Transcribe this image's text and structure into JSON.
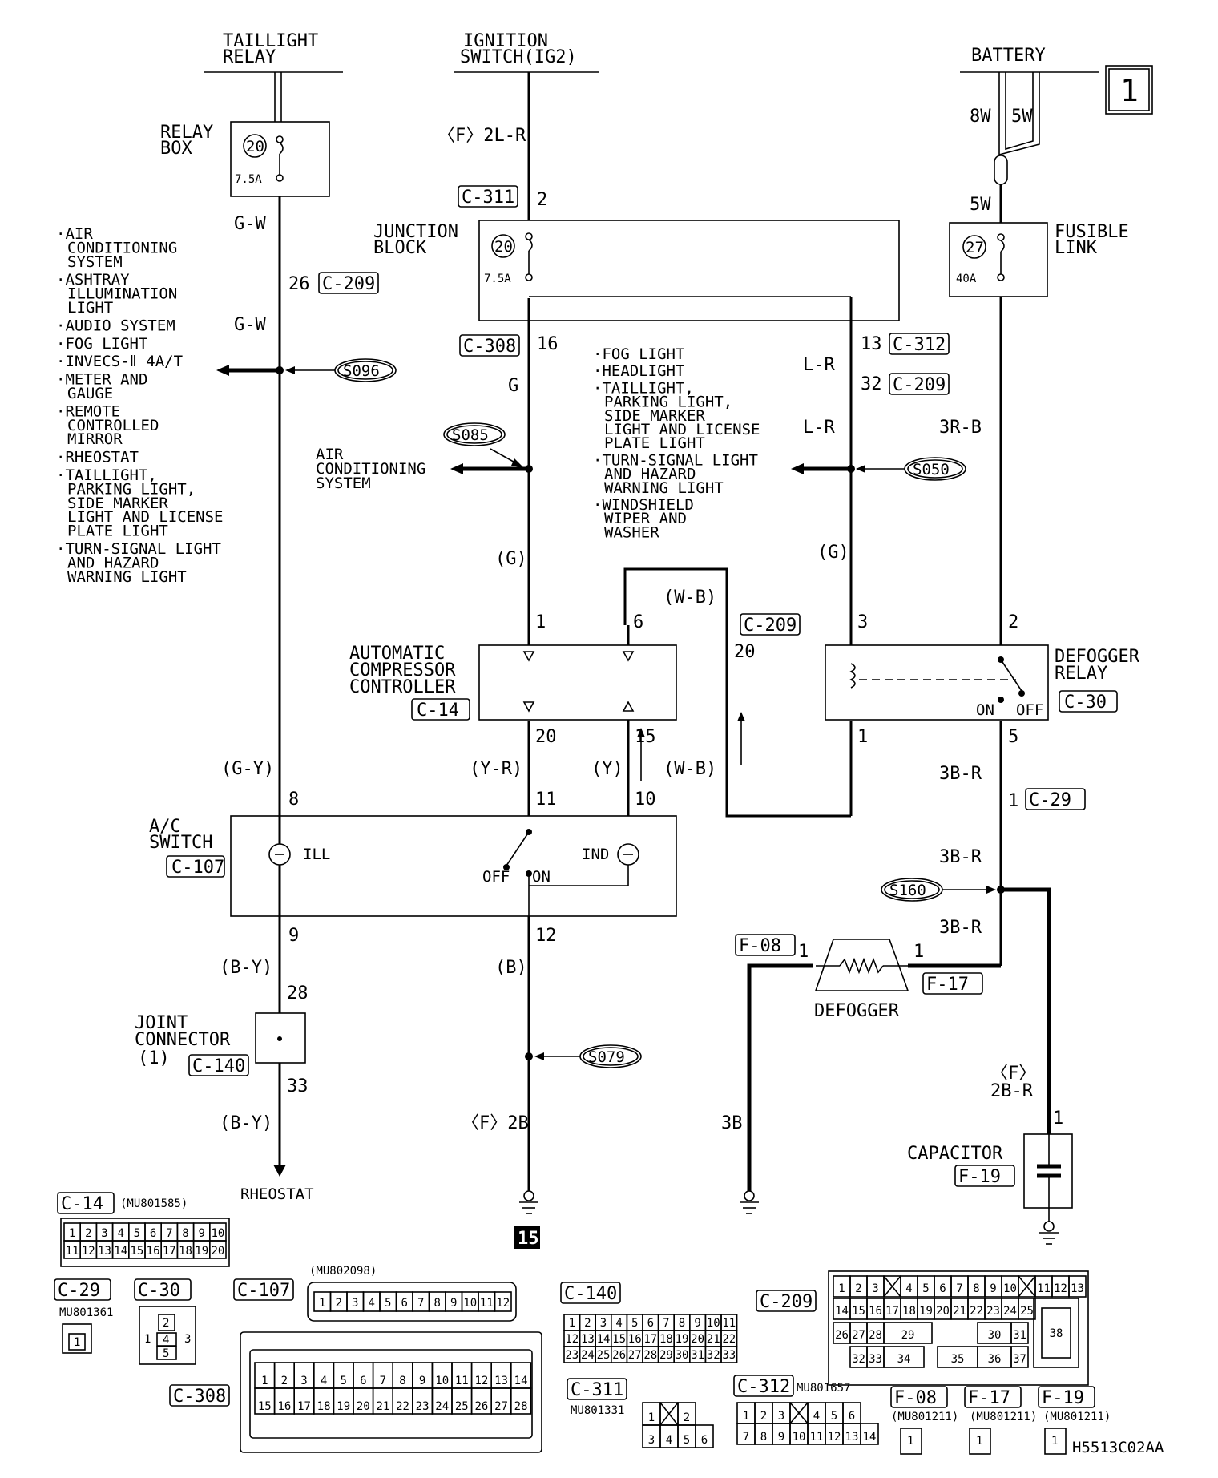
{
  "page_number": "1",
  "figure_code": "H5513C02AA",
  "page_ref_badge": "15",
  "sources": {
    "taillight_relay": [
      "TAILLIGHT",
      "RELAY"
    ],
    "ignition_switch": [
      "IGNITION",
      "SWITCH(IG2)"
    ],
    "battery": "BATTERY"
  },
  "components": {
    "relay_box": [
      "RELAY",
      "BOX"
    ],
    "junction_block": [
      "JUNCTION",
      "BLOCK"
    ],
    "fusible_link": [
      "FUSIBLE",
      "LINK"
    ],
    "fuse_20_a": "20",
    "fuse_20_a_rating": "7.5A",
    "fuse_20_b": "20",
    "fuse_20_b_rating": "7.5A",
    "fuse_27": "27",
    "fuse_27_rating": "40A",
    "compressor_controller": [
      "AUTOMATIC",
      "COMPRESSOR",
      "CONTROLLER"
    ],
    "compressor_controller_conn": "C-14",
    "defogger_relay": [
      "DEFOGGER",
      "RELAY"
    ],
    "defogger_relay_conn": "C-30",
    "defogger_relay_on": "ON",
    "defogger_relay_off": "OFF",
    "ac_switch": [
      "A/C",
      "SWITCH"
    ],
    "ac_switch_conn": "C-107",
    "ac_switch_ill": "ILL",
    "ac_switch_ind": "IND",
    "ac_switch_off": "OFF",
    "ac_switch_on": "ON",
    "joint_connector": [
      "JOINT",
      "CONNECTOR",
      "(1)"
    ],
    "joint_connector_conn": "C-140",
    "defogger": "DEFOGGER",
    "capacitor": "CAPACITOR",
    "capacitor_conn": "F-19",
    "rheostat": "RHEOSTAT",
    "air_conditioning_system": [
      "AIR",
      "CONDITIONING",
      "SYSTEM"
    ]
  },
  "wires": {
    "f_2lr": "〈F〉2L-R",
    "gw1": "G-W",
    "gw2": "G-W",
    "g": "G",
    "g_paren1": "(G)",
    "g_paren2": "(G)",
    "lr1": "L-R",
    "lr2": "L-R",
    "rb3": "3R-B",
    "w8": "8W",
    "w5a": "5W",
    "w5b": "5W",
    "wb1": "(W-B)",
    "wb2": "(W-B)",
    "gy": "(G-Y)",
    "yr": "(Y-R)",
    "y": "(Y)",
    "br3a": "3B-R",
    "br3b": "3B-R",
    "br3c": "3B-R",
    "by1": "(B-Y)",
    "by2": "(B-Y)",
    "b": "(B)",
    "f_2b": "〈F〉2B",
    "b3": "3B",
    "f_paren": "〈F〉",
    "br2": "2B-R"
  },
  "connectors": {
    "c311": "C-311",
    "c209_a": "C-209",
    "c308": "C-308",
    "c312": "C-312",
    "c209_b": "C-209",
    "c209_c": "C-209",
    "c29": "C-29",
    "f08": "F-08",
    "f17": "F-17"
  },
  "pins": {
    "p2_c311": "2",
    "p26": "26",
    "p16": "16",
    "p13": "13",
    "p32": "32",
    "p1_acc": "1",
    "p6_acc": "6",
    "p20_c209": "20",
    "p3_rel": "3",
    "p2_rel": "2",
    "p20_acc": "20",
    "p15_acc": "15",
    "p1_rel": "1",
    "p5_rel": "5",
    "p8": "8",
    "p11": "11",
    "p10": "10",
    "p1_c29": "1",
    "p9": "9",
    "p12": "12",
    "p28": "28",
    "p33": "33",
    "p1_f08": "1",
    "p1_f17": "1",
    "p1_cap": "1"
  },
  "splices": {
    "s096": "S096",
    "s085": "S085",
    "s050": "S050",
    "s160": "S160",
    "s079": "S079"
  },
  "left_list": [
    [
      "·AIR",
      "CONDITIONING",
      "SYSTEM"
    ],
    [
      "·ASHTRAY",
      "ILLUMINATION",
      "LIGHT"
    ],
    [
      "·AUDIO SYSTEM"
    ],
    [
      "·FOG LIGHT"
    ],
    [
      "·INVECS-Ⅱ 4A/T"
    ],
    [
      "·METER AND",
      "GAUGE"
    ],
    [
      "·REMOTE",
      "CONTROLLED",
      "MIRROR"
    ],
    [
      "·RHEOSTAT"
    ],
    [
      "·TAILLIGHT,",
      "PARKING LIGHT,",
      "SIDE MARKER",
      "LIGHT AND LICENSE",
      "PLATE LIGHT"
    ],
    [
      "·TURN-SIGNAL LIGHT",
      "AND HAZARD",
      "WARNING LIGHT"
    ]
  ],
  "mid_list": [
    [
      "·FOG LIGHT"
    ],
    [
      "·HEADLIGHT"
    ],
    [
      "·TAILLIGHT,",
      "PARKING LIGHT,",
      "SIDE MARKER",
      "LIGHT AND LICENSE",
      "PLATE LIGHT"
    ],
    [
      "·TURN-SIGNAL LIGHT",
      "AND HAZARD",
      "WARNING LIGHT"
    ],
    [
      "·WINDSHIELD",
      "WIPER AND",
      "WASHER"
    ]
  ],
  "legend": {
    "c14_label": "C-14",
    "c14_part": "(MU801585)",
    "c14_pins": [
      [
        "1",
        "2",
        "3",
        "4",
        "5",
        "6",
        "7",
        "8",
        "9",
        "10"
      ],
      [
        "11",
        "12",
        "13",
        "14",
        "15",
        "16",
        "17",
        "18",
        "19",
        "20"
      ]
    ],
    "c29_label": "C-29",
    "c29_part": "MU801361",
    "c29_pin": "1",
    "c30_label": "C-30",
    "c30_pins": [
      "1",
      "2",
      "3",
      "4",
      "5"
    ],
    "c107_label": "C-107",
    "c107_part": "(MU802098)",
    "c107_pins": [
      "1",
      "2",
      "3",
      "4",
      "5",
      "6",
      "7",
      "8",
      "9",
      "10",
      "11",
      "12"
    ],
    "c308_label": "C-308",
    "c308_pins": [
      [
        "1",
        "2",
        "3",
        "4",
        "5",
        "6",
        "7",
        "8",
        "9",
        "10",
        "11",
        "12",
        "13",
        "14"
      ],
      [
        "15",
        "16",
        "17",
        "18",
        "19",
        "20",
        "21",
        "22",
        "23",
        "24",
        "25",
        "26",
        "27",
        "28"
      ]
    ],
    "c140_label": "C-140",
    "c140_pins": [
      [
        "1",
        "2",
        "3",
        "4",
        "5",
        "6",
        "7",
        "8",
        "9",
        "10",
        "11"
      ],
      [
        "12",
        "13",
        "14",
        "15",
        "16",
        "17",
        "18",
        "19",
        "20",
        "21",
        "22"
      ],
      [
        "23",
        "24",
        "25",
        "26",
        "27",
        "28",
        "29",
        "30",
        "31",
        "32",
        "33"
      ]
    ],
    "c311_label": "C-311",
    "c311_part": "MU801331",
    "c311_pins": [
      [
        "1",
        "",
        "2"
      ],
      [
        "3",
        "4",
        "5",
        "6"
      ]
    ],
    "c312_label": "C-312",
    "c312_part": "MU801657",
    "c312_pins": [
      [
        "1",
        "2",
        "3",
        "",
        "4",
        "5",
        "6"
      ],
      [
        "7",
        "8",
        "9",
        "10",
        "11",
        "12",
        "13",
        "14"
      ]
    ],
    "c209_label": "C-209",
    "c209_pins_row1": [
      "1",
      "2",
      "3",
      "",
      "4",
      "5",
      "6",
      "7",
      "8",
      "9",
      "10",
      "",
      "11",
      "12",
      "13"
    ],
    "c209_pins_row2": [
      "14",
      "15",
      "16",
      "17",
      "18",
      "19",
      "20",
      "21",
      "22",
      "23",
      "24",
      "25"
    ],
    "c209_pins_row3": [
      "26",
      "27",
      "28",
      "29",
      "30",
      "31"
    ],
    "c209_pins_row4": [
      "32",
      "33",
      "34",
      "35",
      "36",
      "37"
    ],
    "c209_pin38": "38",
    "f08_label": "F-08",
    "f08_part": "(MU801211)",
    "f17_label": "F-17",
    "f17_part": "(MU801211)",
    "f19_label": "F-19",
    "f19_part": "(MU801211)",
    "f_pin": "1"
  }
}
